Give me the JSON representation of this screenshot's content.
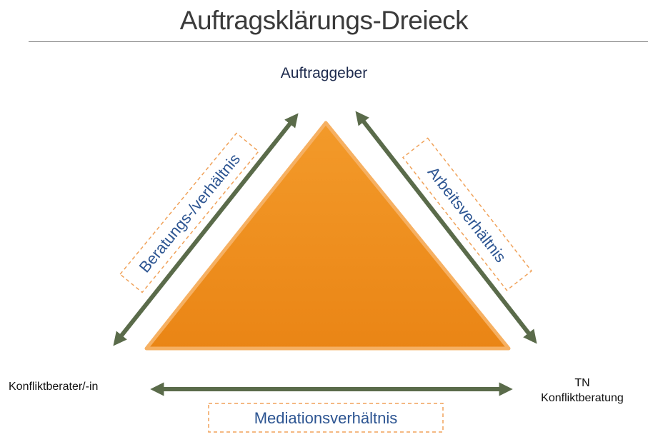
{
  "title": "Auftragsklärungs-Dreieck",
  "nodes": {
    "top": "Auftraggeber",
    "left": "Konfliktberater/-in",
    "right_line1": "TN",
    "right_line2": "Konfliktberatung"
  },
  "relations": {
    "left_edge": "Beratungs-/verhältnis",
    "right_edge": "Arbeitsverhältnis",
    "bottom_edge": "Mediationsverhältnis"
  },
  "colors": {
    "triangle": "#ef8c1c",
    "arrow": "#5a6b4a",
    "label_text": "#2d5592",
    "dashed_box": "#f0a25a"
  }
}
